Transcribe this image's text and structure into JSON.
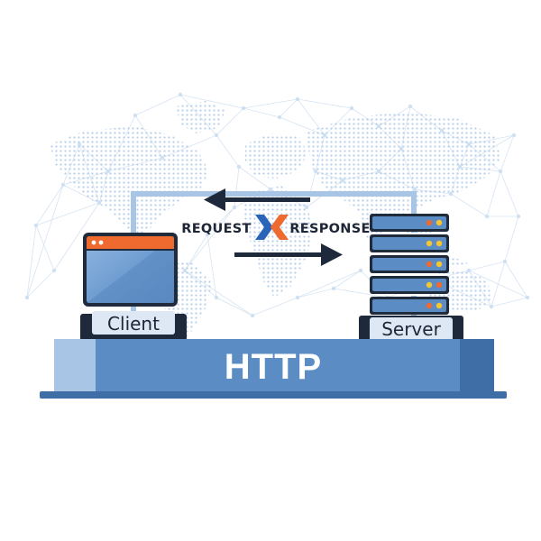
{
  "diagram": {
    "request_label": "REQUEST",
    "response_label": "RESPONSE",
    "client_label": "Client",
    "server_label": "Server",
    "protocol_label": "HTTP"
  },
  "colors": {
    "blue_light": "#a8c4e6",
    "blue_mid": "#5b8cc4",
    "blue_dark": "#3f6ea6",
    "navy": "#233044",
    "orange": "#ef6a2e",
    "led_yellow": "#f7c531",
    "map_dots": "#bcd4ec",
    "network": "#d3e3f3"
  },
  "icons": {
    "client": "browser-window-icon",
    "server": "server-rack-icon",
    "exchange": "exchange-chevrons-icon"
  }
}
